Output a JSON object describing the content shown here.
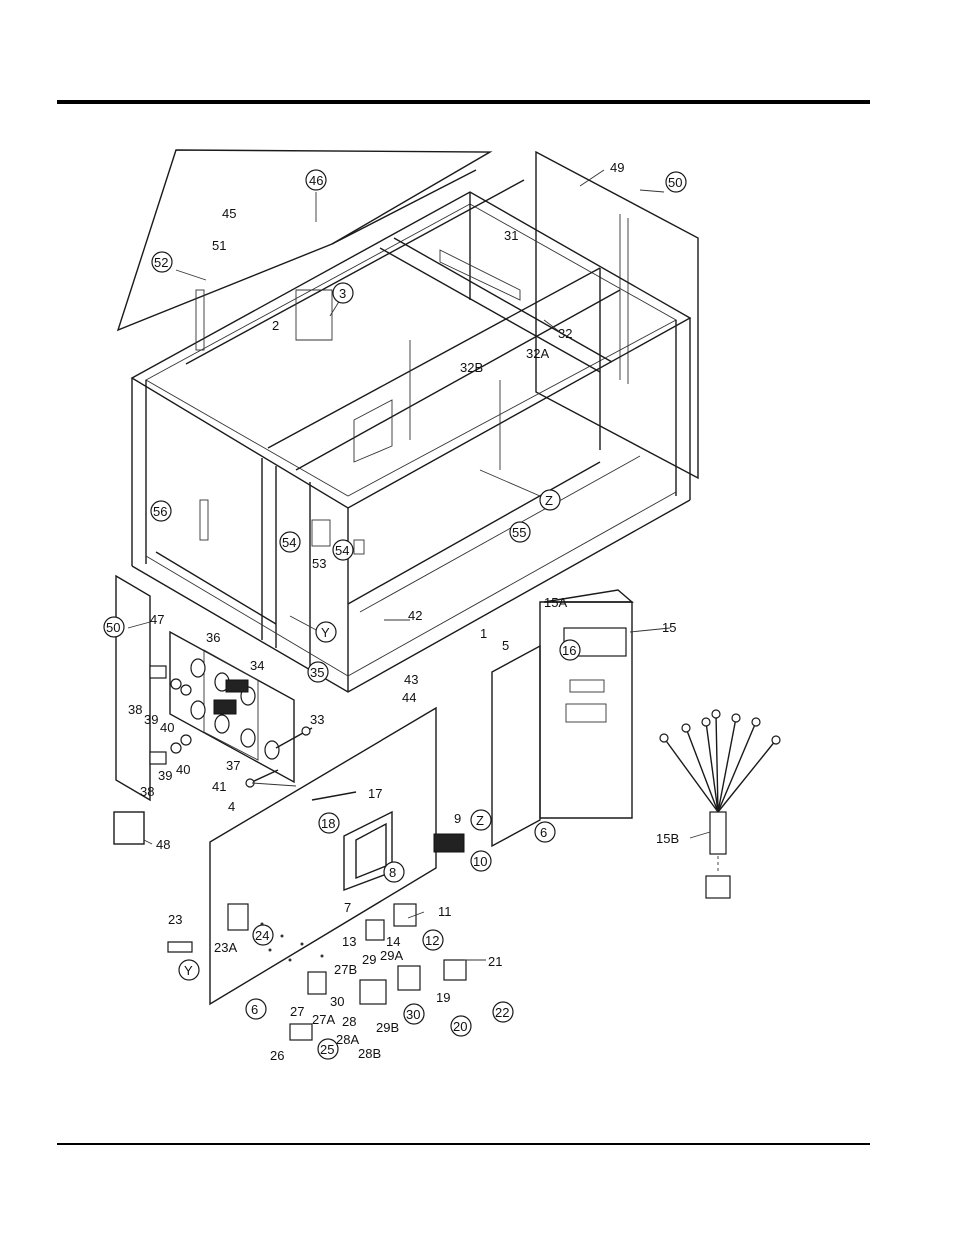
{
  "labels": {
    "l45": "45",
    "l46": "46",
    "l49": "49",
    "l50a": "50",
    "l51": "51",
    "l52": "52",
    "l31": "31",
    "l3": "3",
    "l2": "2",
    "l32": "32",
    "l32A": "32A",
    "l32B": "32B",
    "lZ1": "Z",
    "l56": "56",
    "l54a": "54",
    "l54b": "54",
    "l53": "53",
    "l55": "55",
    "lY1": "Y",
    "l15A": "15A",
    "l15": "15",
    "l16": "16",
    "l50b": "50",
    "l47": "47",
    "l36": "36",
    "l34": "34",
    "l35": "35",
    "l42": "42",
    "l1": "1",
    "l5": "5",
    "l43": "43",
    "l44": "44",
    "l38a": "38",
    "l39a": "39",
    "l40a": "40",
    "l33": "33",
    "l38b": "38",
    "l39b": "39",
    "l40b": "40",
    "l37": "37",
    "l41": "41",
    "l17": "17",
    "l18": "18",
    "l4": "4",
    "l9": "9",
    "lZ2": "Z",
    "l6a": "6",
    "l10": "10",
    "l8": "8",
    "l15B": "15B",
    "l48": "48",
    "l7": "7",
    "l11": "11",
    "l23": "23",
    "l13": "13",
    "l14": "14",
    "l12": "12",
    "l24": "24",
    "l23A": "23A",
    "l29": "29",
    "l29A": "29A",
    "l27B": "27B",
    "l21": "21",
    "lY2": "Y",
    "l27": "27",
    "l30a": "30",
    "l19": "19",
    "l22": "22",
    "l6b": "6",
    "l27A": "27A",
    "l28": "28",
    "l30b": "30",
    "l20": "20",
    "l28A": "28A",
    "l29B": "29B",
    "l25": "25",
    "l26": "26",
    "l28B": "28B"
  }
}
